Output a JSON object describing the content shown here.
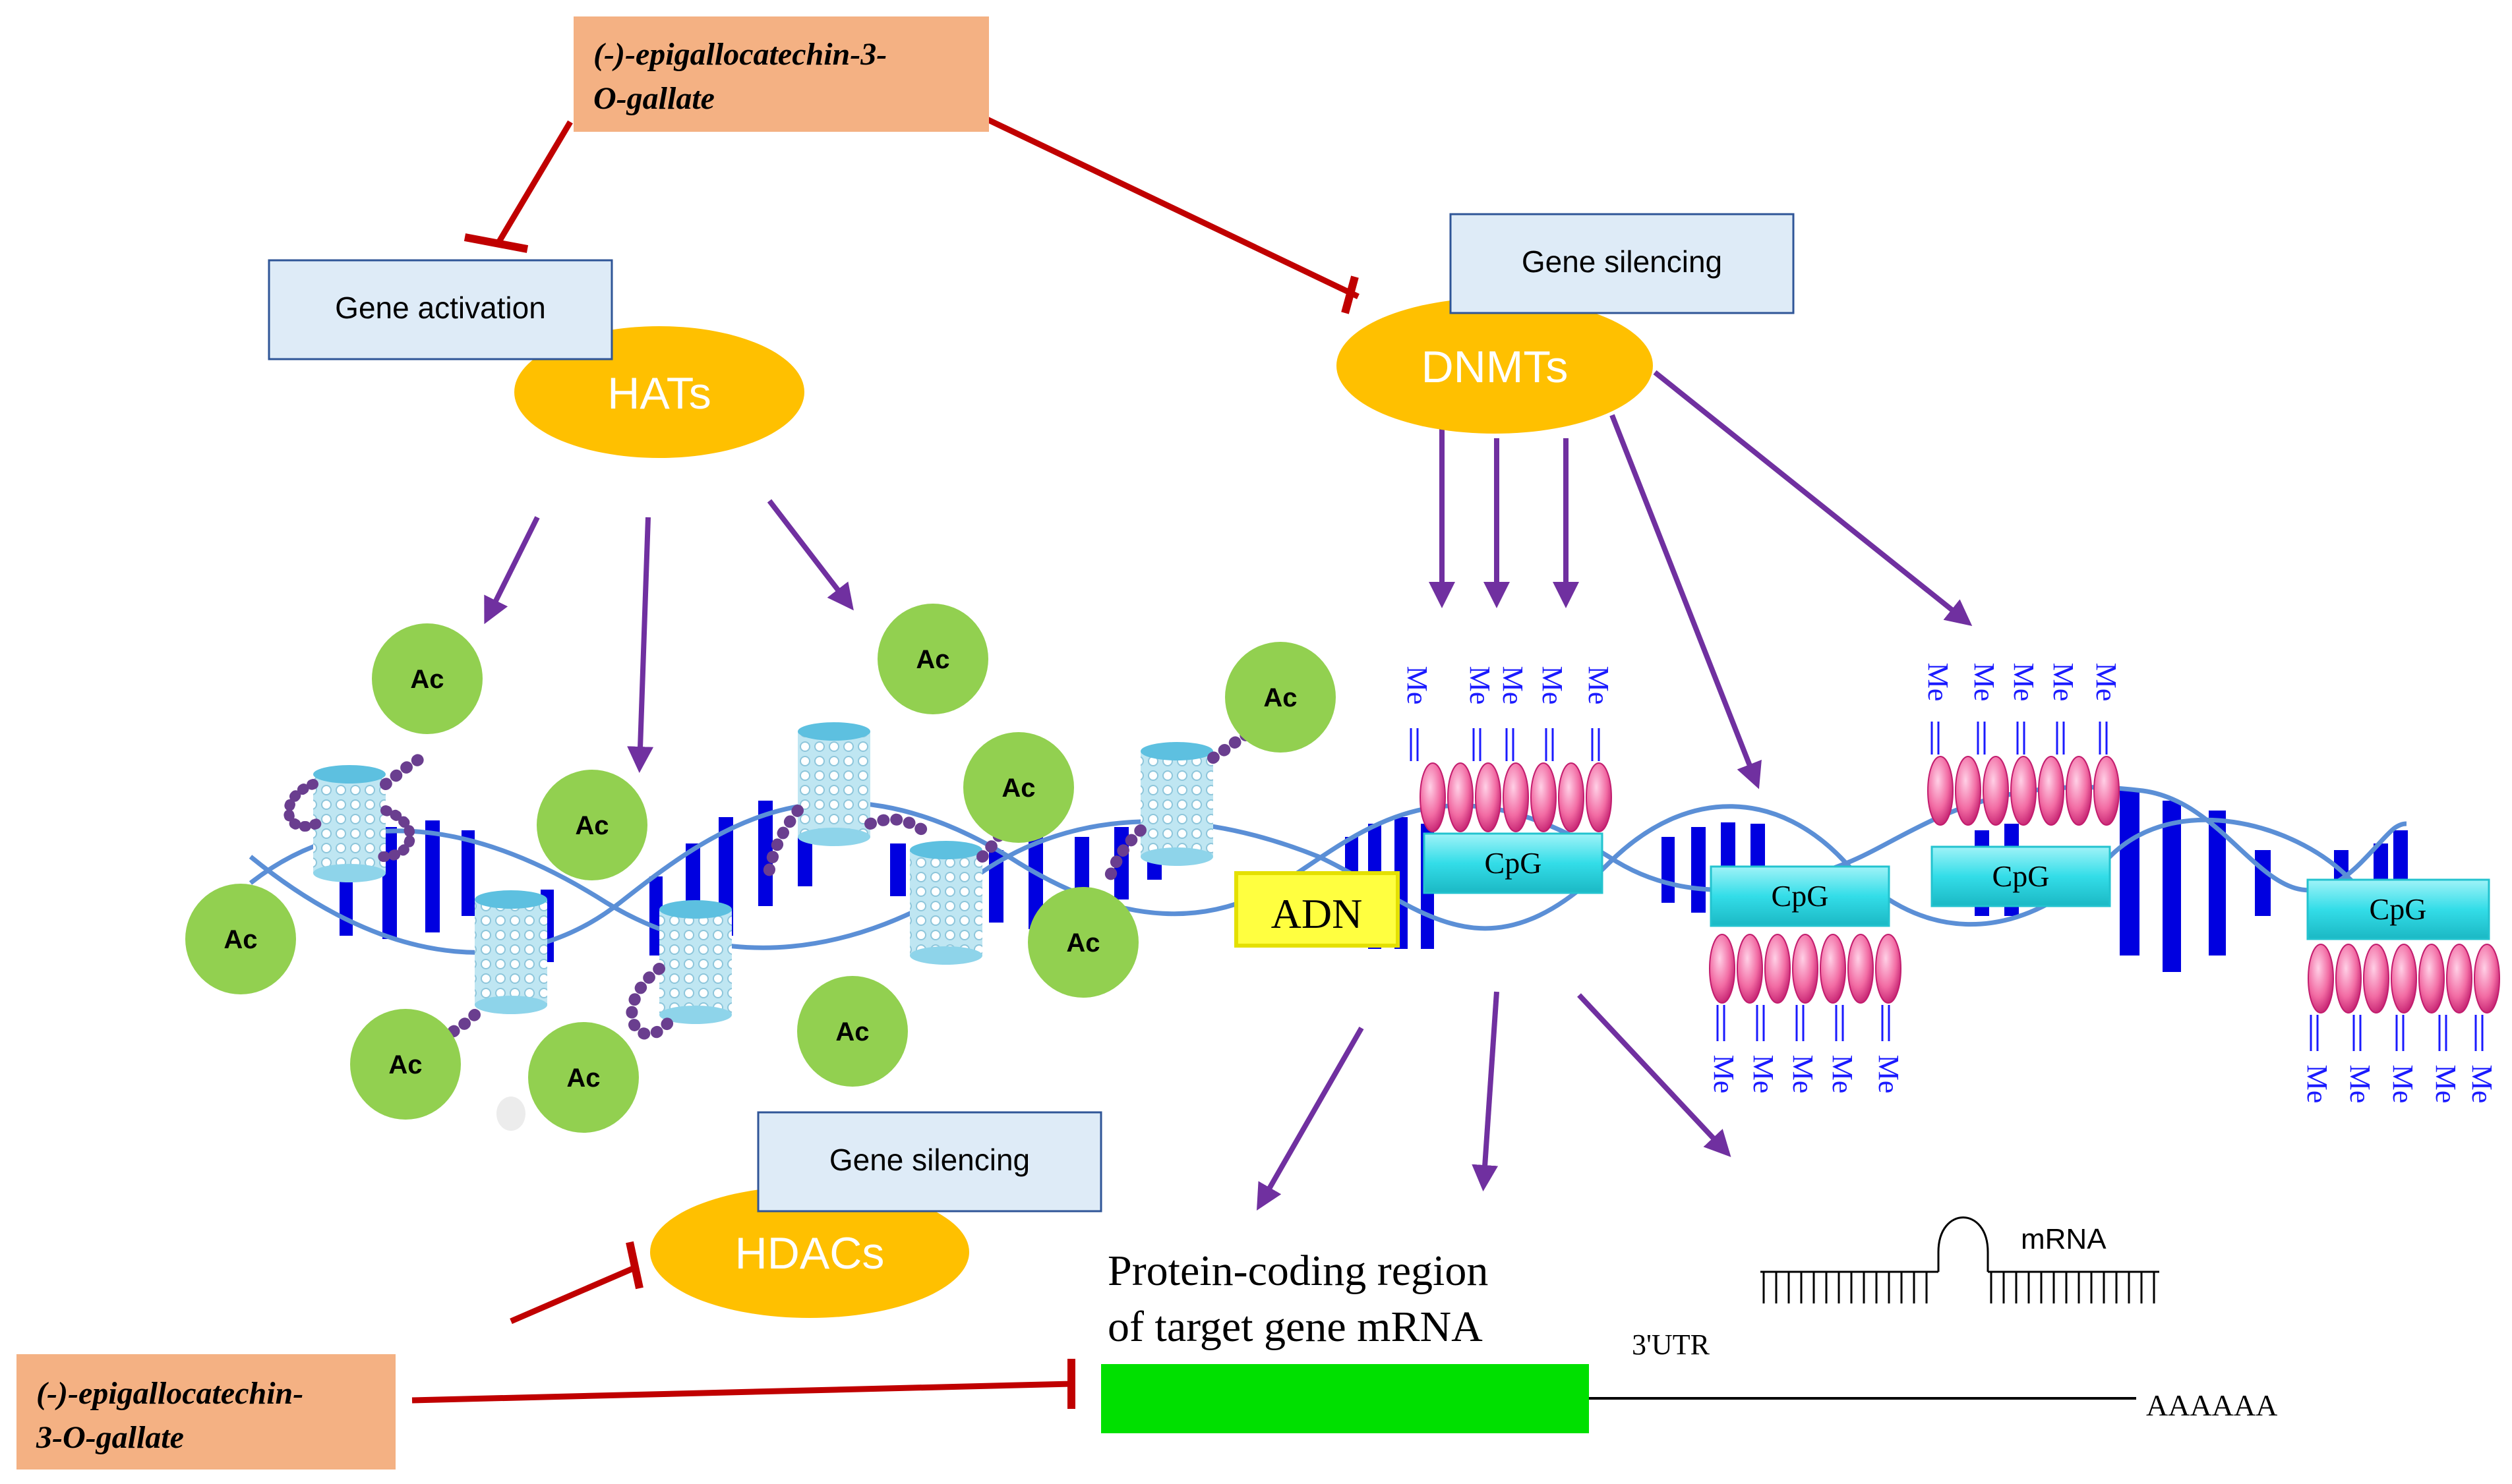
{
  "inhibitors": {
    "top": {
      "line1": "(-)-epigallocatechin-3-",
      "line2": "O-gallate"
    },
    "bottom": {
      "line1": "(-)-epigallocatechin-",
      "line2": "3-O-gallate"
    }
  },
  "boxes": {
    "gene_activation": "Gene activation",
    "gene_silencing_top": "Gene silencing",
    "gene_silencing_bottom": "Gene silencing"
  },
  "enzymes": {
    "hats": "HATs",
    "dnmts": "DNMTs",
    "hdacs": "HDACs"
  },
  "ac_label": "Ac",
  "me_label": "Me",
  "cpg_label": "CpG",
  "adn_label": "ADN",
  "protein_region": {
    "line1": "Protein-coding region",
    "line2": "of target gene mRNA"
  },
  "utr_label": "3'UTR",
  "mrna_label": "mRNA",
  "polya_label": "AAAAAA",
  "colors": {
    "inhibitor_fill": "#f4b183",
    "box_fill": "#deebf7",
    "enzyme_fill": "#ffc000",
    "ac_fill": "#92d050",
    "dna_strand": "#5b8fd6",
    "dna_rung": "#0000e0",
    "cpg_fill": "#33dde8",
    "me_bead": "#f26ba3",
    "adn_fill": "#ffff40",
    "arrow_purple": "#7030a0",
    "inhibit_red": "#c00000",
    "coding_green": "#00e000"
  }
}
